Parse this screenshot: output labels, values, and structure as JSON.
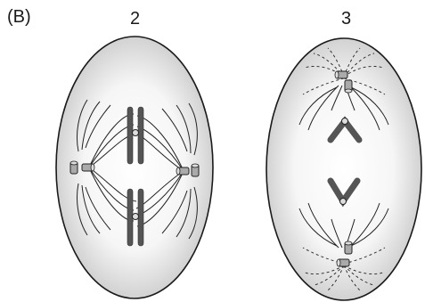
{
  "figure": {
    "panel_label": "(B)",
    "cells": [
      {
        "label": "2"
      },
      {
        "label": "3"
      }
    ]
  }
}
